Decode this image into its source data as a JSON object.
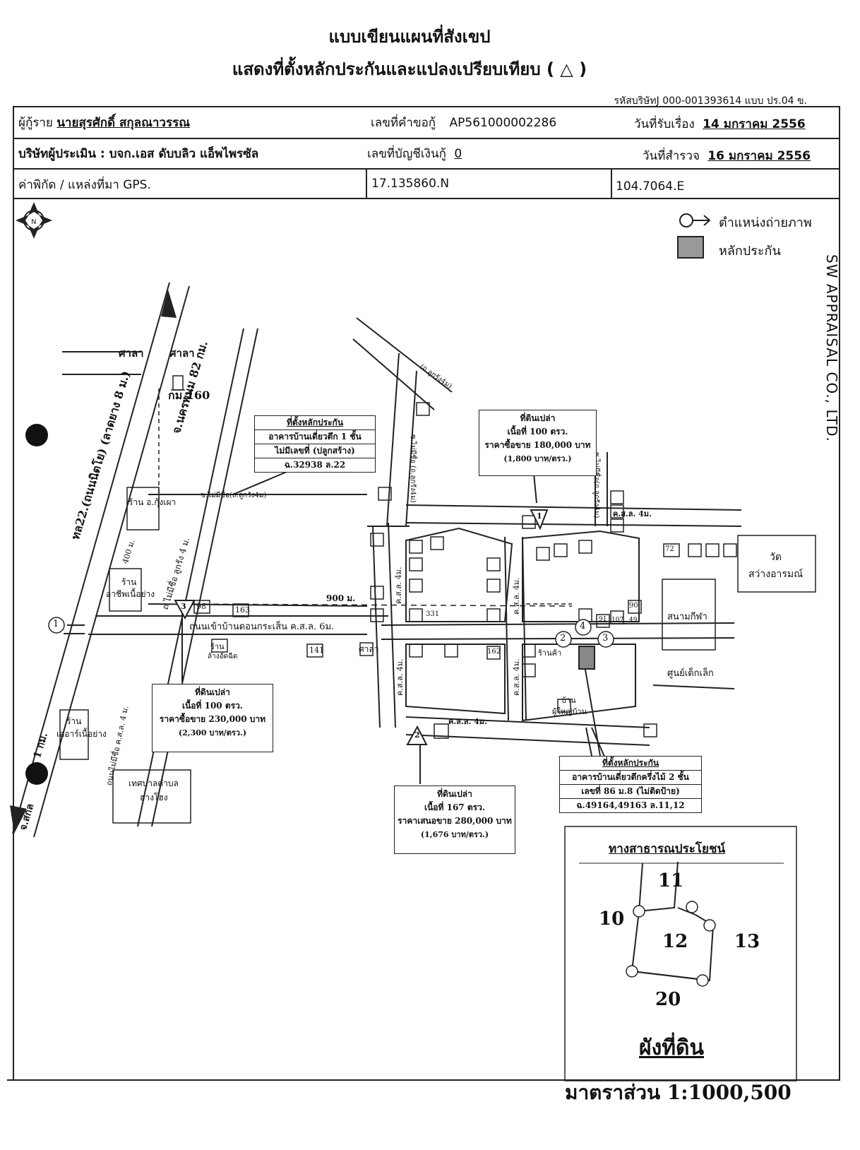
{
  "header": {
    "title_line1": "แบบเขียนแผนที่สังเขป",
    "title_line2": "แสดงที่ตั้งหลักประกันและแปลงเปรียบเทียบ ( △ )",
    "company_code": "รหัสบริษัทJ 000-001393614   แบบ ปร.04 ข."
  },
  "form": {
    "borrower_label": "ผู้กู้ราย",
    "borrower_name": "นายสุรศักดิ์ สกุลณาวรรณ",
    "request_label": "เลขที่คำขอกู้",
    "request_no": "AP561000002286",
    "received_label": "วันที่รับเรื่อง",
    "received_date": "14 มกราคม 2556",
    "appraiser_label": "บริษัทผู้ประเมิน : ",
    "appraiser_name": "บจก.เอส ดับบลิว แอ็พไพรซัล",
    "account_label": "เลขที่บัญชีเงินกู้",
    "account_no": "0",
    "survey_label": "วันที่สำรวจ",
    "survey_date": "16 มกราคม 2556",
    "coord_label": "ค่าพิกัด / แหล่งที่มา GPS.",
    "lat": "17.135860.N",
    "lon": "104.7064.E"
  },
  "side_text": "SW APPRAISAL CO., LTD.",
  "legend": {
    "photo_label": "ตำแหน่งถ่ายภาพ",
    "collateral_label": "หลักประกัน"
  },
  "map": {
    "road_main": "ทล22.(ถนนนิตโย)  (ลาดยาง 8 ม.)",
    "to_nakhon_phanom": "จ.นครพนม 82 กม.",
    "to_sakon": "จ.สกล",
    "sakon_km": "1 กม.",
    "km_post": "กม.160",
    "sala1": "ศาลา",
    "sala2": "ศาลา",
    "shop_grill": "ร้าน อ.กุ้งเผา",
    "dist_400": "400 ม.",
    "shop_bbq1": "ร้าน",
    "shop_bbq2": "อาชีพเนื้อย่าง",
    "unnamed_road": "ถ.ไม่มีชื่อ ลูกรัง 4 ม.",
    "unnamed_road2": "ซ.ไม่มีชื่อ(ถ.ลูกรัง4ม)",
    "road_entry": "ถนนเข้าบ้านดอนกระเส็น ค.ส.ล. 6ม.",
    "dist_900": "900 ม.",
    "shop_bike1": "ร้าน",
    "shop_bike2": "ล้างอัดฉีด",
    "shop_car1": "ร้าน",
    "shop_car2": "เออาร์เนื้อย่าง",
    "municipality1": "เทศบาลตำบล",
    "municipality2": "ฮางโฮง",
    "road_concrete4_a": "ค.ส.ล. 4ม.",
    "road_concrete4_b": "ค.ส.ล. 4ม.",
    "road_concrete4_c": "ค.ส.ล. 4ม.",
    "road_concrete4_d": "ค.ส.ล. 4ม.",
    "road_concrete4_e": "ค.ส.ล. 4ม.",
    "road_concrete4_f": "ค.ส.ล. 4ม.",
    "road_laterite1": "(ถ.ลูกรัง4ม)",
    "road_laterite2": "ซ.ไม่มีชื่อ (ถ.ลูกรัง4ม)",
    "road_laterite3": "ซ.ไม่มีชื่อ(ถ.ลูกรัง4ม)",
    "road_sw": "ถนนไม่มีชื่อ ค.ส.ล. 4 ม.",
    "temple1": "วัด",
    "temple2": "สว่างอารมณ์",
    "stadium": "สนามกีฬา",
    "childcare": "ศูนย์เด็กเล็ก",
    "shop_small": "ร้านค้า",
    "village_head1": "บ้าน",
    "village_head2": "ผู้ใหญ่บ้าน",
    "sala3": "ศาลา",
    "house_nums": [
      "98",
      "163",
      "141",
      "331",
      "162",
      "72",
      "90",
      "91",
      "107",
      "49"
    ],
    "markers": [
      "1",
      "2",
      "3",
      "4"
    ],
    "comparables": [
      "1",
      "2",
      "3"
    ]
  },
  "boxes": {
    "collateral1": {
      "title": "ที่ตั้งหลักประกัน",
      "line1": "อาคารบ้านเดี่ยวตึก 1 ชั้น",
      "line2": "ไม่มีเลขที่ (ปลูกสร้าง)",
      "line3": "ฉ.32938 ล.22"
    },
    "collateral2": {
      "title": "ที่ตั้งหลักประกัน",
      "line1": "อาคารบ้านเดี่ยวตึกครึ่งไม้ 2 ชั้น",
      "line2": "เลขที่ 86 ม.8 (ไม่ติดป้าย)",
      "line3": "ฉ.49164,49163 ล.11,12"
    },
    "vacant1": {
      "title": "ที่ดินเปล่า",
      "line1": "เนื้อที่ 100 ตรว.",
      "line2": "ราคาซื้อขาย 180,000 บาท",
      "line3": "(1,800 บาท/ตรว.)"
    },
    "vacant2": {
      "title": "ที่ดินเปล่า",
      "line1": "เนื้อที่ 100 ตรว.",
      "line2": "ราคาซื้อขาย 230,000 บาท",
      "line3": "(2,300 บาท/ตรว.)"
    },
    "vacant3": {
      "title": "ที่ดินเปล่า",
      "line1": "เนื้อที่ 167 ตรว.",
      "line2": "ราคาเสนอขาย 280,000 บาท",
      "line3": "(1,676 บาท/ตรว.)"
    }
  },
  "plot": {
    "public_way": "ทางสาธารณประโยชน์",
    "n11": "11",
    "n10": "10",
    "n12": "12",
    "n13": "13",
    "n20": "20",
    "title": "ผังที่ดิน",
    "scale": "มาตราส่วน  1:1000,500"
  }
}
